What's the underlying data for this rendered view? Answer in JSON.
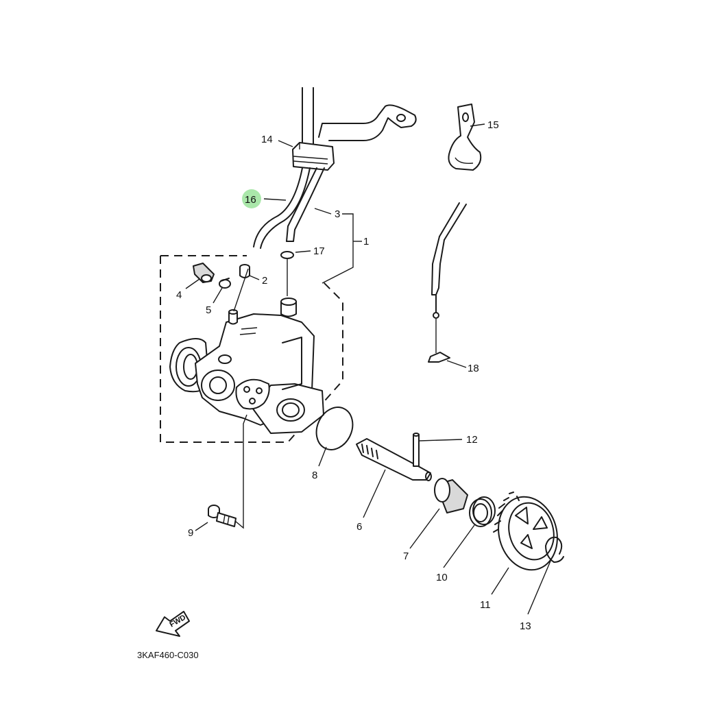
{
  "diagram": {
    "drawing_code": "3KAF460-C030",
    "direction_label": "FWD",
    "highlight_color": "#9be39b",
    "highlighted_callout": "16"
  },
  "callouts": {
    "c1": "1",
    "c2": "2",
    "c3": "3",
    "c4": "4",
    "c5": "5",
    "c6": "6",
    "c7": "7",
    "c8": "8",
    "c9": "9",
    "c10": "10",
    "c11": "11",
    "c12": "12",
    "c13": "13",
    "c14": "14",
    "c15": "15",
    "c16": "16",
    "c17": "17",
    "c18": "18"
  }
}
